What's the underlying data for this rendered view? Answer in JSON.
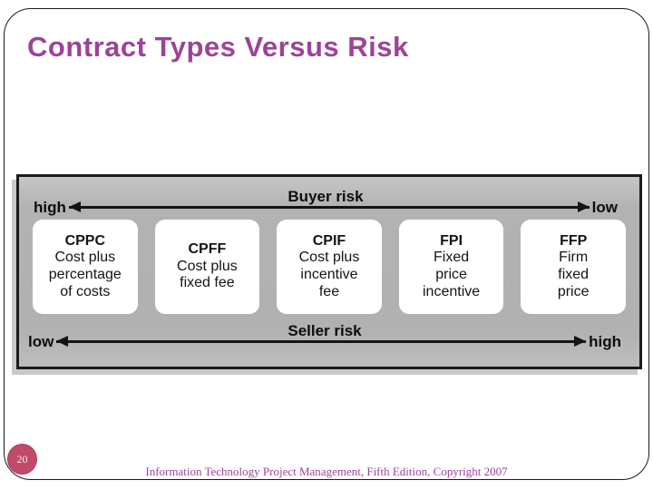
{
  "slide": {
    "title": "Contract Types Versus Risk",
    "page_number": "20",
    "footer": "Information Technology Project Management, Fifth Edition, Copyright 2007"
  },
  "diagram": {
    "buyer_axis": {
      "left_label": "high",
      "title": "Buyer risk",
      "right_label": "low"
    },
    "seller_axis": {
      "left_label": "low",
      "title": "Seller risk",
      "right_label": "high"
    },
    "contract_types": [
      {
        "acronym": "CPPC",
        "description": "Cost plus\npercentage\nof costs"
      },
      {
        "acronym": "CPFF",
        "description": "Cost plus\nfixed fee"
      },
      {
        "acronym": "CPIF",
        "description": "Cost plus\nincentive\nfee"
      },
      {
        "acronym": "FPI",
        "description": "Fixed\nprice\nincentive"
      },
      {
        "acronym": "FFP",
        "description": "Firm\nfixed\nprice"
      }
    ],
    "colors": {
      "title_text": "#9c4397",
      "footer_text": "#9c4397",
      "badge_fill": "#c24a69",
      "diagram_bg": "#b3b3b3",
      "diagram_border": "#1b1b1b",
      "box_fill": "#ffffff",
      "axis_text": "#0d0d0d"
    }
  }
}
